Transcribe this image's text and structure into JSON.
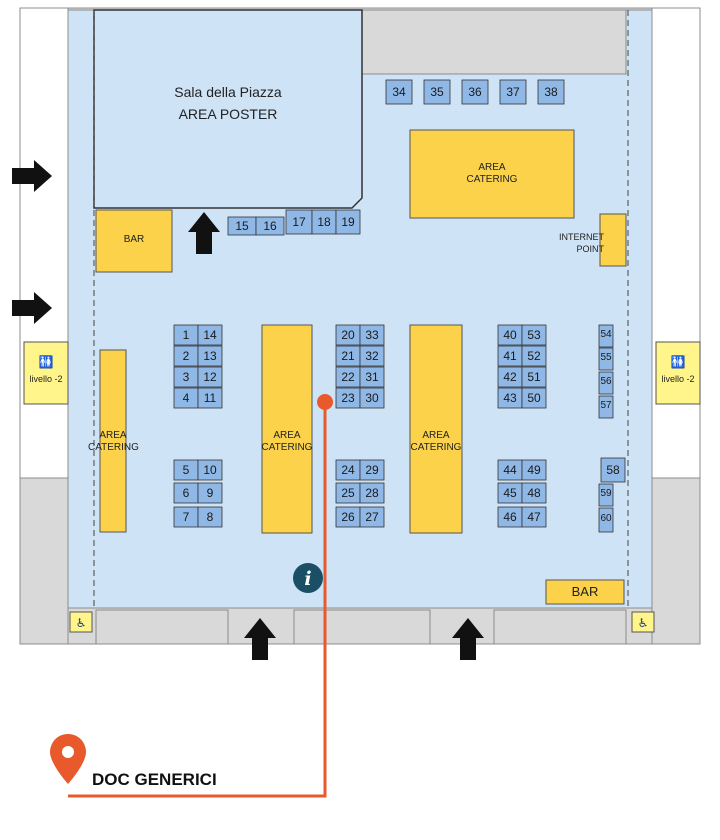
{
  "hall": {
    "title": "Sala della Piazza",
    "subtitle": "AREA POSTER"
  },
  "labels": {
    "bar": "BAR",
    "area": "AREA",
    "catering": "CATERING",
    "internet": "INTERNET",
    "point": "POINT",
    "livello": "livello -2"
  },
  "destination": {
    "label": "DOC GENERICI"
  },
  "colors": {
    "floor": "#cfe3f6",
    "booth": "#8fb8e6",
    "catering": "#fbd24a",
    "walls": "#8c8c8c",
    "gray_room": "#d9d9d9",
    "route": "#e85a2c",
    "info": "#1a4f66"
  },
  "booths": [
    {
      "n": "1"
    },
    {
      "n": "14"
    },
    {
      "n": "2"
    },
    {
      "n": "13"
    },
    {
      "n": "3"
    },
    {
      "n": "12"
    },
    {
      "n": "4"
    },
    {
      "n": "11"
    },
    {
      "n": "5"
    },
    {
      "n": "10"
    },
    {
      "n": "6"
    },
    {
      "n": "9"
    },
    {
      "n": "7"
    },
    {
      "n": "8"
    },
    {
      "n": "20"
    },
    {
      "n": "33"
    },
    {
      "n": "21"
    },
    {
      "n": "32"
    },
    {
      "n": "22"
    },
    {
      "n": "31"
    },
    {
      "n": "23"
    },
    {
      "n": "30"
    },
    {
      "n": "24"
    },
    {
      "n": "29"
    },
    {
      "n": "25"
    },
    {
      "n": "28"
    },
    {
      "n": "26"
    },
    {
      "n": "27"
    },
    {
      "n": "40"
    },
    {
      "n": "53"
    },
    {
      "n": "41"
    },
    {
      "n": "52"
    },
    {
      "n": "42"
    },
    {
      "n": "51"
    },
    {
      "n": "43"
    },
    {
      "n": "50"
    },
    {
      "n": "44"
    },
    {
      "n": "49"
    },
    {
      "n": "45"
    },
    {
      "n": "48"
    },
    {
      "n": "46"
    },
    {
      "n": "47"
    },
    {
      "n": "54"
    },
    {
      "n": "55"
    },
    {
      "n": "56"
    },
    {
      "n": "57"
    },
    {
      "n": "58"
    },
    {
      "n": "59"
    },
    {
      "n": "60"
    },
    {
      "n": "15"
    },
    {
      "n": "16"
    },
    {
      "n": "17"
    },
    {
      "n": "18"
    },
    {
      "n": "19"
    },
    {
      "n": "34"
    },
    {
      "n": "35"
    },
    {
      "n": "36"
    },
    {
      "n": "37"
    },
    {
      "n": "38"
    }
  ]
}
